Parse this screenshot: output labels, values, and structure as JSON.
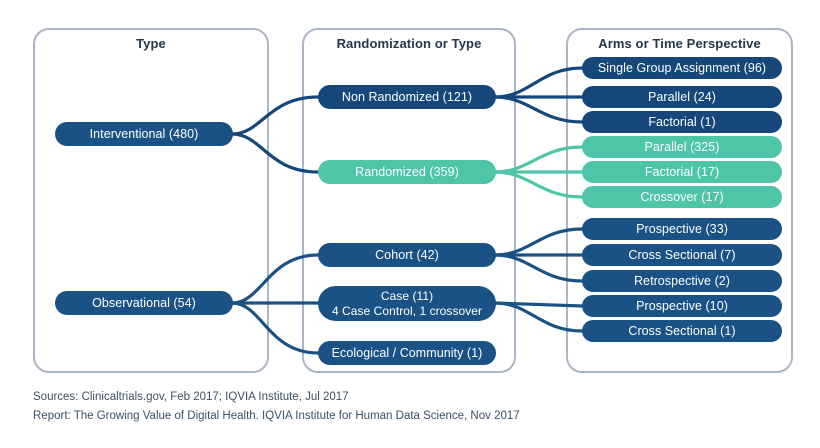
{
  "colors": {
    "navy_dark": "#16477b",
    "navy": "#1b5286",
    "teal": "#4ec4a8",
    "panel_border": "#aab6c6",
    "text_dark": "#23394f",
    "footer_text": "#3c5064",
    "background": "#ffffff"
  },
  "panels": [
    {
      "key": "type",
      "title": "Type"
    },
    {
      "key": "randomization",
      "title": "Randomization or Type"
    },
    {
      "key": "arms",
      "title": "Arms or Time Perspective"
    }
  ],
  "nodes": {
    "interventional": {
      "label": "Interventional (480)",
      "value": 480,
      "color": "navy"
    },
    "observational": {
      "label": "Observational (54)",
      "value": 54,
      "color": "navy"
    },
    "non_randomized": {
      "label": "Non Randomized (121)",
      "value": 121,
      "color": "navy-dark"
    },
    "randomized": {
      "label": "Randomized (359)",
      "value": 359,
      "color": "teal"
    },
    "cohort": {
      "label": "Cohort (42)",
      "value": 42,
      "color": "navy"
    },
    "case": {
      "label": "Case (11)\n4 Case Control, 1 crossover",
      "line1": "Case (11)",
      "line2": "4 Case Control, 1 crossover",
      "value": 11,
      "color": "navy"
    },
    "ecological": {
      "label": "Ecological / Community (1)",
      "value": 1,
      "color": "navy"
    },
    "single_group": {
      "label": "Single Group Assignment (96)",
      "value": 96,
      "color": "navy-dark"
    },
    "parallel_24": {
      "label": "Parallel (24)",
      "value": 24,
      "color": "navy-dark"
    },
    "factorial_1": {
      "label": "Factorial (1)",
      "value": 1,
      "color": "navy-dark"
    },
    "parallel_325": {
      "label": "Parallel (325)",
      "value": 325,
      "color": "teal"
    },
    "factorial_17": {
      "label": "Factorial (17)",
      "value": 17,
      "color": "teal"
    },
    "crossover_17": {
      "label": "Crossover (17)",
      "value": 17,
      "color": "teal"
    },
    "prospective_33": {
      "label": "Prospective (33)",
      "value": 33,
      "color": "navy"
    },
    "cross_sectional_7": {
      "label": "Cross Sectional (7)",
      "value": 7,
      "color": "navy"
    },
    "retrospective_2": {
      "label": "Retrospective (2)",
      "value": 2,
      "color": "navy"
    },
    "prospective_10": {
      "label": "Prospective (10)",
      "value": 10,
      "color": "navy"
    },
    "cross_sectional_1": {
      "label": "Cross Sectional (1)",
      "value": 1,
      "color": "navy"
    }
  },
  "footer": {
    "line1": "Sources: Clinicaltrials.gov, Feb 2017; IQVIA Institute, Jul 2017",
    "line2": "Report: The Growing Value of Digital Health. IQVIA Institute for Human Data Science, Nov 2017"
  },
  "chart_data": {
    "type": "diagram",
    "title": "Clinical trial study designs",
    "levels": [
      "Type",
      "Randomization or Type",
      "Arms or Time Perspective"
    ],
    "edges": [
      {
        "from": "Interventional (480)",
        "to": "Non Randomized (121)",
        "color": "#16477b"
      },
      {
        "from": "Interventional (480)",
        "to": "Randomized (359)",
        "color": "#16477b"
      },
      {
        "from": "Non Randomized (121)",
        "to": "Single Group Assignment (96)",
        "color": "#16477b"
      },
      {
        "from": "Non Randomized (121)",
        "to": "Parallel (24)",
        "color": "#16477b"
      },
      {
        "from": "Non Randomized (121)",
        "to": "Factorial (1)",
        "color": "#16477b"
      },
      {
        "from": "Randomized (359)",
        "to": "Parallel (325)",
        "color": "#4ec4a8"
      },
      {
        "from": "Randomized (359)",
        "to": "Factorial (17)",
        "color": "#4ec4a8"
      },
      {
        "from": "Randomized (359)",
        "to": "Crossover (17)",
        "color": "#4ec4a8"
      },
      {
        "from": "Observational (54)",
        "to": "Cohort (42)",
        "color": "#1b5286"
      },
      {
        "from": "Observational (54)",
        "to": "Case (11)",
        "color": "#1b5286"
      },
      {
        "from": "Observational (54)",
        "to": "Ecological / Community (1)",
        "color": "#1b5286"
      },
      {
        "from": "Cohort (42)",
        "to": "Prospective (33)",
        "color": "#1b5286"
      },
      {
        "from": "Cohort (42)",
        "to": "Cross Sectional (7)",
        "color": "#1b5286"
      },
      {
        "from": "Cohort (42)",
        "to": "Retrospective (2)",
        "color": "#1b5286"
      },
      {
        "from": "Case (11)",
        "to": "Prospective (10)",
        "color": "#1b5286"
      },
      {
        "from": "Case (11)",
        "to": "Cross Sectional (1)",
        "color": "#1b5286"
      }
    ]
  }
}
